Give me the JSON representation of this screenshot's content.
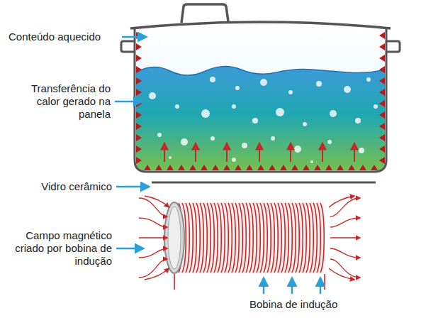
{
  "diagram": {
    "labels": [
      "Conteúdo aquecido",
      "Transferência do calor gerado na panela",
      "Vidro cerâmico",
      "Campo magnético criado por bobina de indução",
      "Bobina de indução"
    ]
  }
}
